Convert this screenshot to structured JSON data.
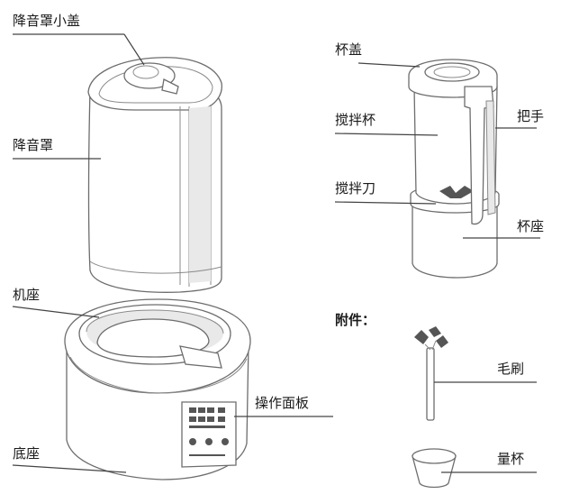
{
  "labels": {
    "lid_small_cap": "降音罩小盖",
    "noise_cover": "降音罩",
    "machine_base": "机座",
    "bottom_base": "底座",
    "control_panel": "操作面板",
    "cup_lid": "杯盖",
    "blender_cup": "搅拌杯",
    "handle": "把手",
    "blade": "搅拌刀",
    "cup_base": "杯座",
    "accessories": "附件：",
    "brush": "毛刷",
    "measuring_cup": "量杯"
  }
}
